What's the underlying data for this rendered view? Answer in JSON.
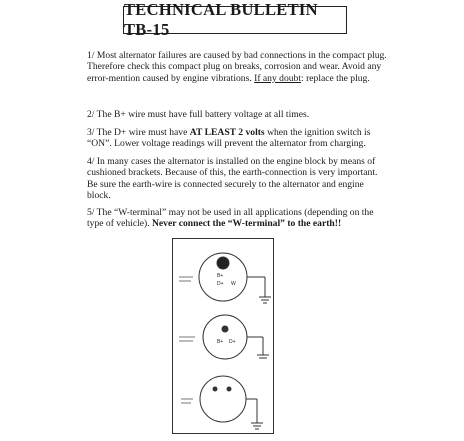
{
  "title": "TECHNICAL BULLETIN TB-15",
  "item1": {
    "text": "1/  Most alternator failures are caused by bad connections in the compact plug.  Therefore check this compact plug on breaks, corrosion and wear. Avoid any error-mention caused by engine vibrations.",
    "doubt_label": "If any doubt",
    "doubt_tail": ": replace the plug."
  },
  "item2": {
    "text": "2/  The B+ wire must have full battery voltage at all times."
  },
  "item3": {
    "text_a": "3/  The D+ wire must have ",
    "text_bold": "AT LEAST 2 volts",
    "text_b": " when the ignition switch is “ON”.  Lower voltage readings will prevent the alternator from charging."
  },
  "item4": {
    "text": "4/  In many cases the alternator is installed on the engine block by means of cushioned brackets. Because of this, the earth-connection is very important. Be sure the earth-wire is connected securely to the alternator and engine block."
  },
  "item5": {
    "text": "5/  The “W-terminal” may not be used in all applications (depending on the type of vehicle).  ",
    "text_bold": "Never connect the “W-terminal” to the earth!!"
  },
  "diagram": {
    "top_terminals": [
      "B+",
      "D+",
      "W"
    ],
    "middle_terminals": [
      "B+",
      "D+"
    ]
  }
}
